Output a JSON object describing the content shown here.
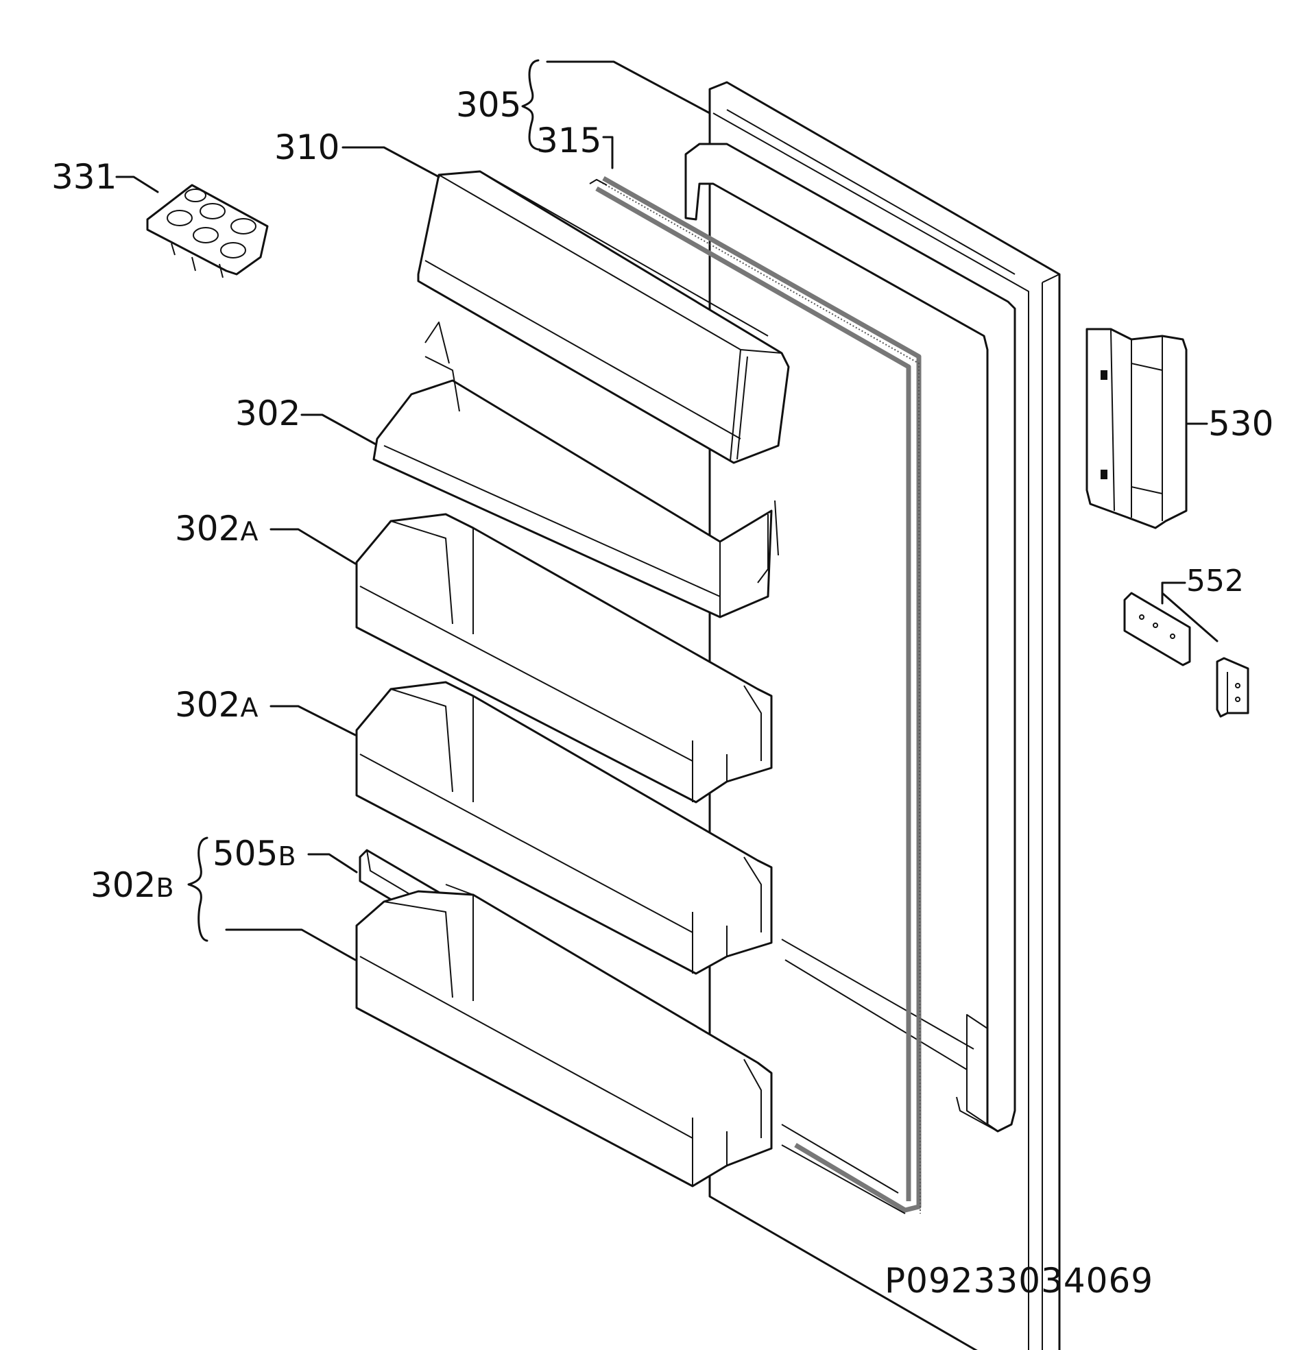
{
  "diagram": {
    "drawing_code": "P09233034069",
    "labels": {
      "l305": "305",
      "l315": "315",
      "l310": "310",
      "l331": "331",
      "l302": "302",
      "l302a_1_num": "302",
      "l302a_1_suffix": "A",
      "l302a_2_num": "302",
      "l302a_2_suffix": "A",
      "l505b_num": "505",
      "l505b_suffix": "B",
      "l302b_num": "302",
      "l302b_suffix": "B",
      "l530": "530",
      "l552": "552"
    }
  }
}
